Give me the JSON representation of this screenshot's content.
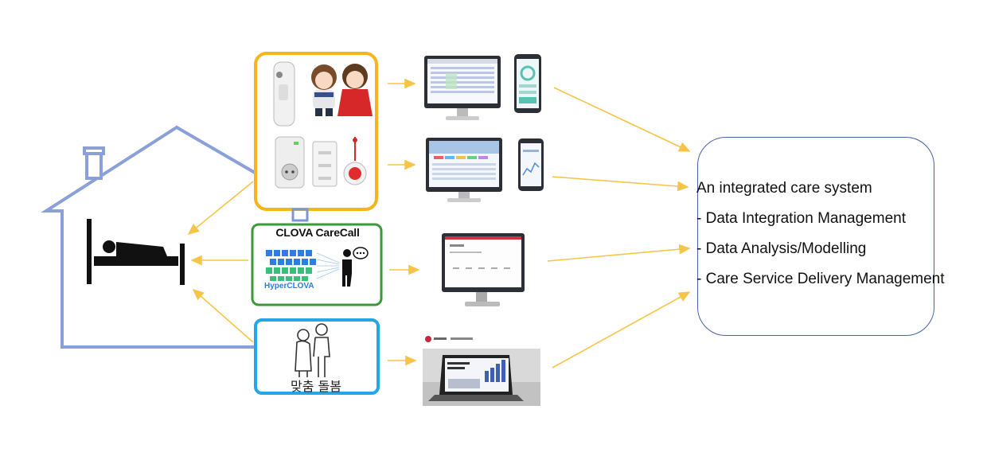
{
  "care_call": {
    "title": "CLOVA CareCall",
    "engine_label": "HyperCLOVA"
  },
  "custom_care": {
    "label": "맞춤 돌봄"
  },
  "integrated_system": {
    "title": "An integrated care system",
    "items": [
      "- Data Integration Management",
      "- Data Analysis/Modelling",
      "- Care Service Delivery Management"
    ]
  },
  "colors": {
    "house": "#7f95d1",
    "iot_box": "#f6b51a",
    "carecall_box": "#3a9a3a",
    "custom_care_box": "#25a6e6",
    "arrow": "#f7c44a",
    "system_border": "#4a62a8"
  }
}
